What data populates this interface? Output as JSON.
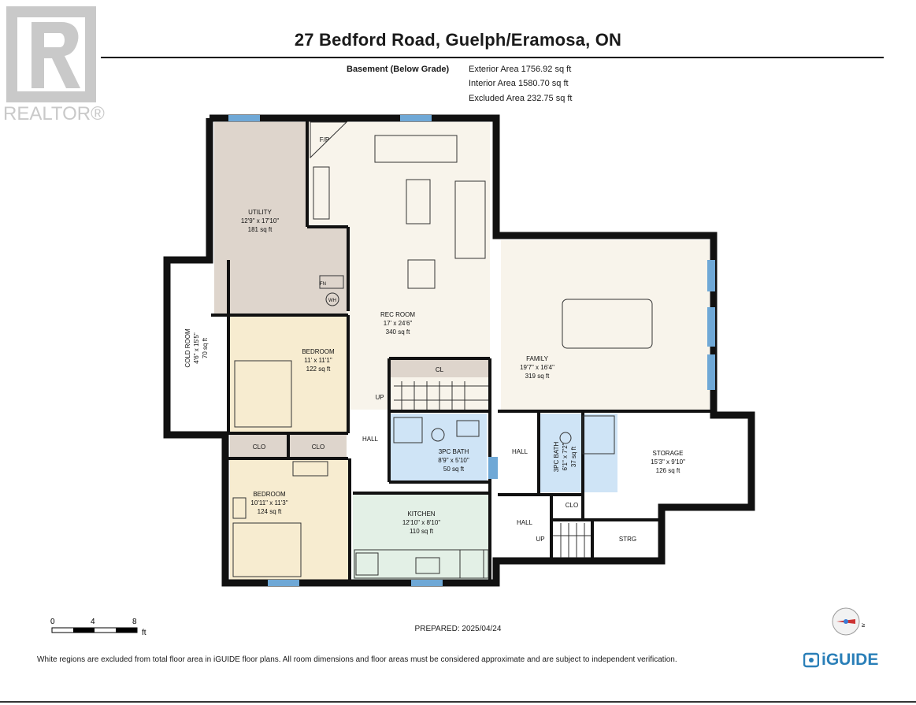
{
  "header": {
    "address": "27 Bedford Road, Guelph/Eramosa, ON",
    "level": "Basement (Below Grade)",
    "exterior_area": "Exterior Area 1756.92 sq ft",
    "interior_area": "Interior Area 1580.70 sq ft",
    "excluded_area": "Excluded Area 232.75 sq ft"
  },
  "watermark": {
    "brand": "REALTOR®"
  },
  "rooms": {
    "utility": {
      "name": "UTILITY",
      "dims": "12'9\" x 17'10\"",
      "area": "181 sq ft"
    },
    "rec_room": {
      "name": "REC ROOM",
      "dims": "17' x 24'6\"",
      "area": "340 sq ft"
    },
    "family": {
      "name": "FAMILY",
      "dims": "19'7\" x 16'4\"",
      "area": "319 sq ft"
    },
    "cold_room": {
      "name": "COLD ROOM",
      "dims": "4'6\" x 15'5\"",
      "area": "70 sq ft"
    },
    "bedroom1": {
      "name": "BEDROOM",
      "dims": "11' x 11'1\"",
      "area": "122 sq ft"
    },
    "bedroom2": {
      "name": "BEDROOM",
      "dims": "10'11\" x 11'3\"",
      "area": "124 sq ft"
    },
    "bath1": {
      "name": "3PC BATH",
      "dims": "8'9\" x 5'10\"",
      "area": "50 sq ft"
    },
    "bath2": {
      "name": "3PC BATH",
      "dims": "6'1\" x 7'2\"",
      "area": "37 sq ft"
    },
    "kitchen": {
      "name": "KITCHEN",
      "dims": "12'10\" x 8'10\"",
      "area": "110 sq ft"
    },
    "storage": {
      "name": "STORAGE",
      "dims": "15'3\" x 9'10\"",
      "area": "126 sq ft"
    }
  },
  "labels": {
    "fp": "F/P",
    "cl": "CL",
    "up": "UP",
    "hall": "HALL",
    "clo": "CLO",
    "strg": "STRG",
    "fn": "FN",
    "wh": "WH"
  },
  "scale": {
    "ticks": [
      "0",
      "4",
      "8"
    ],
    "unit": "ft"
  },
  "footer": {
    "prepared": "PREPARED: 2025/04/24",
    "note": "White regions are excluded from total floor area in iGUIDE floor plans. All room dimensions and floor areas must be considered approximate and are subject to independent verification.",
    "brand": "iGUIDE"
  },
  "colors": {
    "wall": "#111111",
    "utility": "#ded5cc",
    "rec_room": "#f8f4eb",
    "family": "#f8f4eb",
    "bedroom": "#f7ecd0",
    "bath": "#cfe4f6",
    "kitchen": "#e3f0e6",
    "window": "#6fa8d6",
    "brand": "#2a7fb8"
  }
}
